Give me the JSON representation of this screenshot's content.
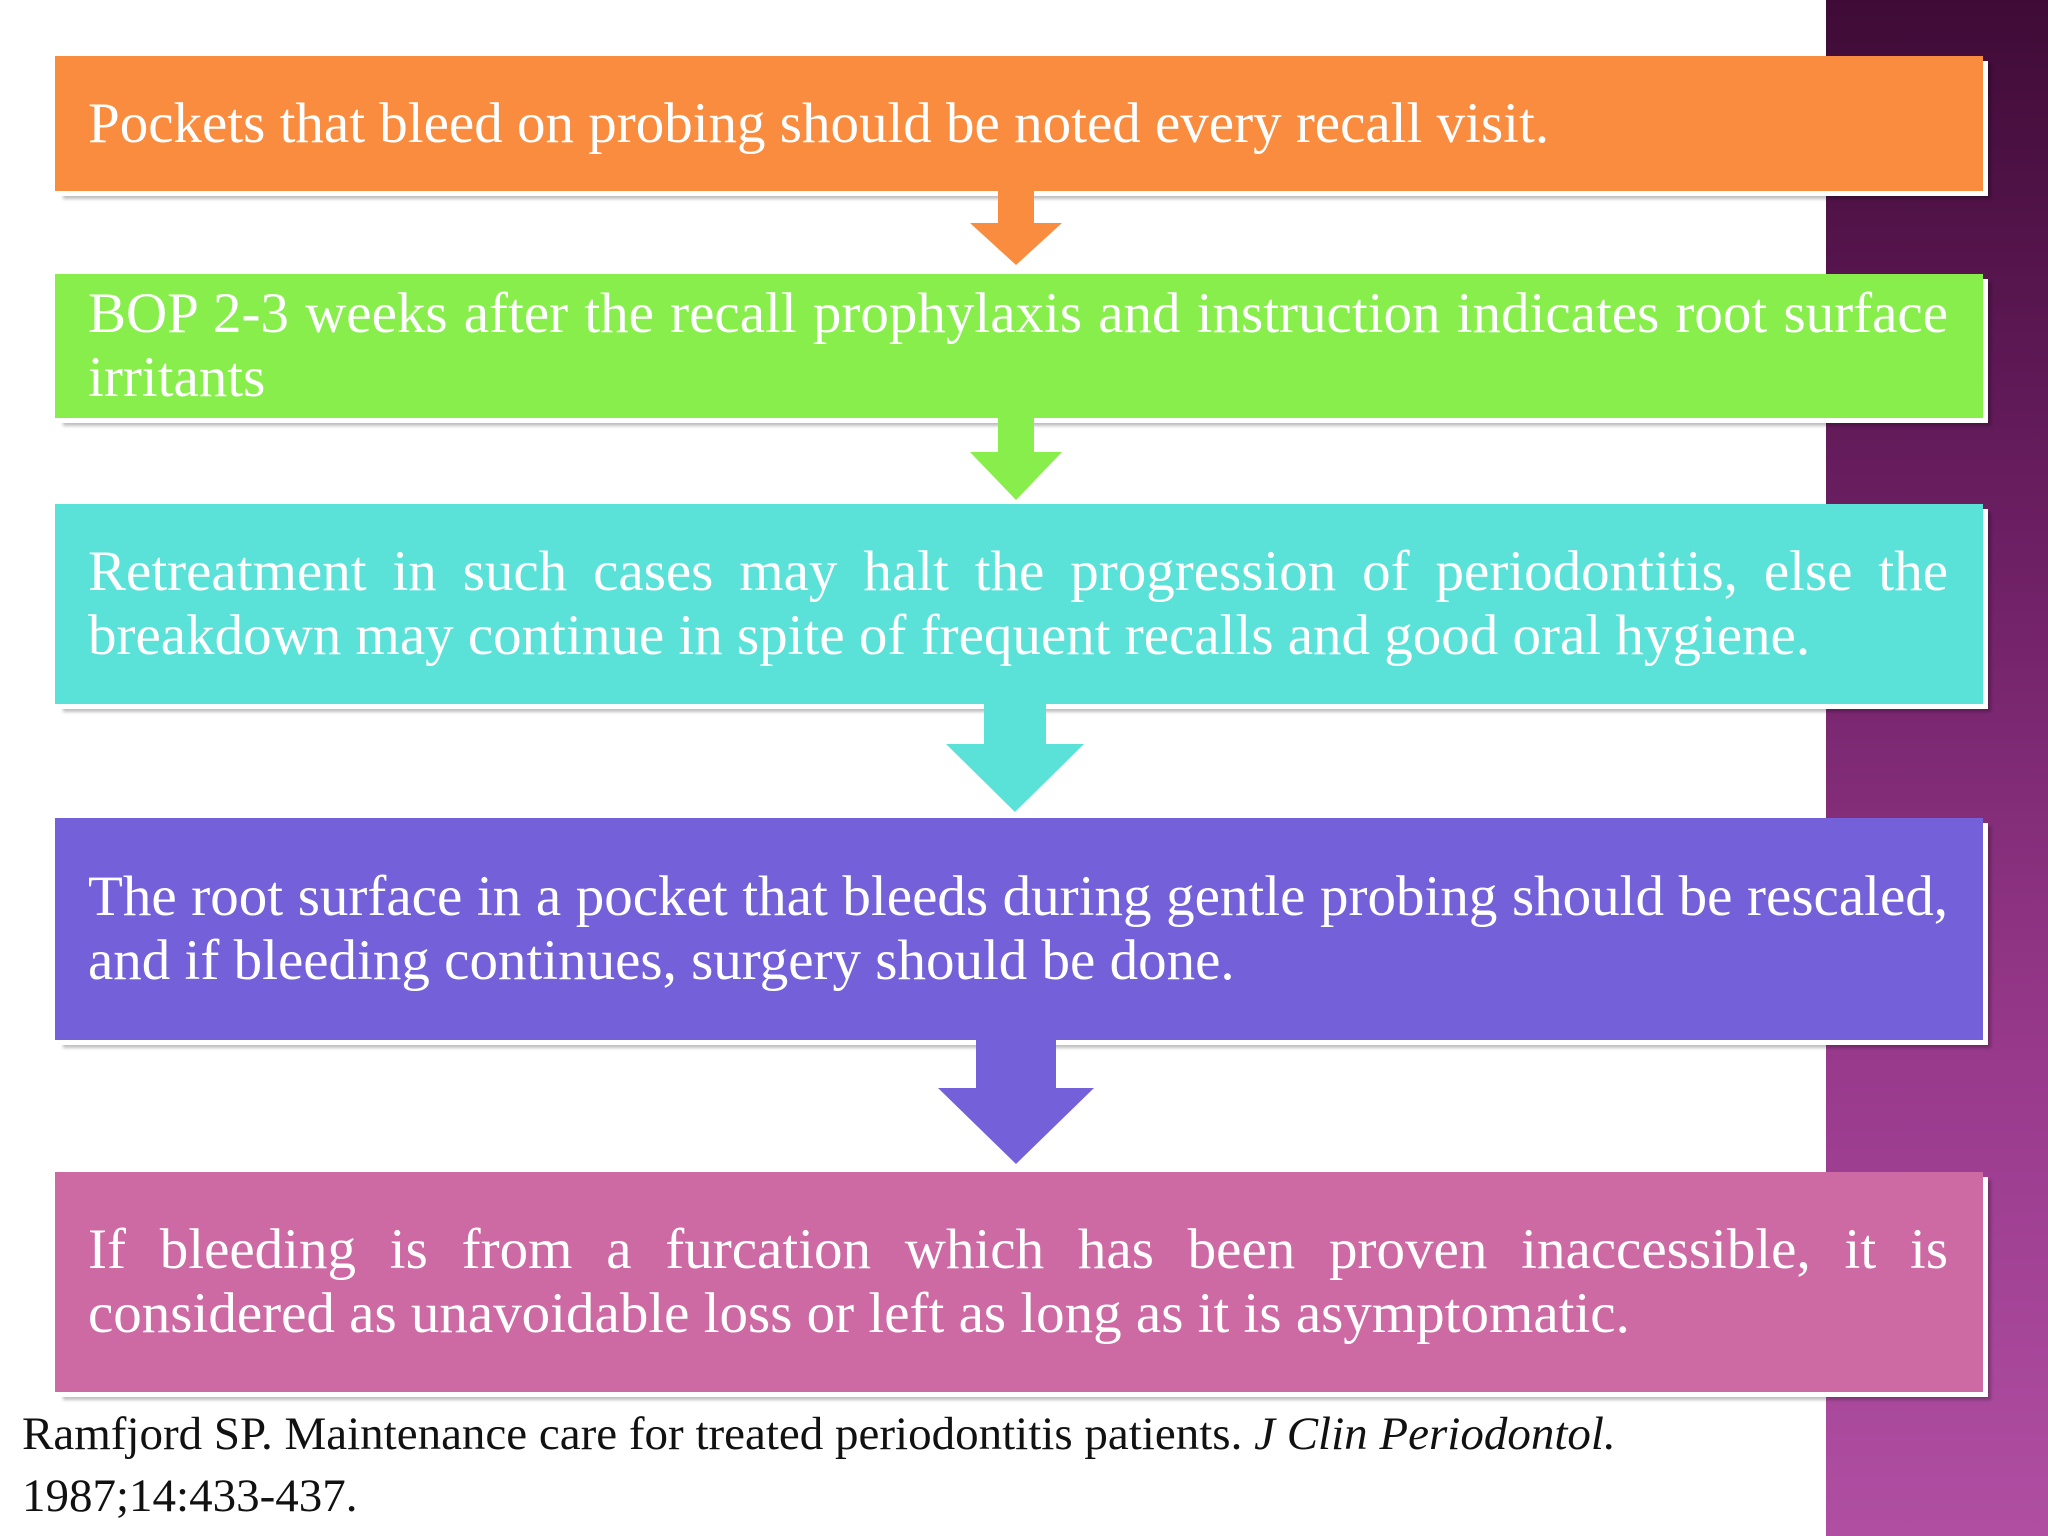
{
  "flow": {
    "step1": "Pockets that bleed on probing should be noted every recall visit.",
    "step2": "BOP 2-3 weeks after the recall prophylaxis and instruction indicates root surface irritants",
    "step3": "Retreatment in such cases may halt the progression of periodontitis, else the breakdown may continue in spite of frequent recalls and good oral hygiene.",
    "step4": "The root surface in a pocket that bleeds during gentle probing should be rescaled, and if bleeding continues, surgery should be done.",
    "step5": "If bleeding is from a furcation which has been proven inaccessible, it is considered as unavoidable loss or left as long as it is asymptomatic."
  },
  "citation": {
    "authors_title": "Ramfjord SP. Maintenance care for treated periodontitis patients. ",
    "journal": "J Clin Periodontol.",
    "details": "1987;14:433-437."
  },
  "colors": {
    "step1": "#f98c3e",
    "step2": "#87ee4b",
    "step3": "#5ae2d9",
    "step4": "#7461d9",
    "step5": "#cd6aa3",
    "side_band": "#8a2f7d"
  }
}
